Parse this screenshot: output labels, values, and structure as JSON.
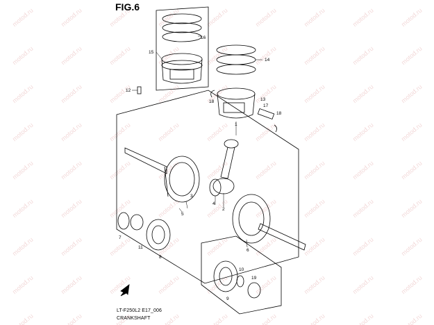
{
  "figure": {
    "title": "FIG.6",
    "caption_code": "LT-F250L2 E17_006",
    "caption_name": "CRANKSHAFT"
  },
  "watermark": "motod.ru",
  "callouts": [
    "1",
    "2",
    "3",
    "4",
    "5",
    "6",
    "7",
    "8",
    "9",
    "10",
    "11",
    "12",
    "13",
    "14",
    "15",
    "16",
    "17",
    "18",
    "18",
    "19"
  ],
  "colors": {
    "line": "#000000",
    "watermark": "#e8b8b8"
  }
}
